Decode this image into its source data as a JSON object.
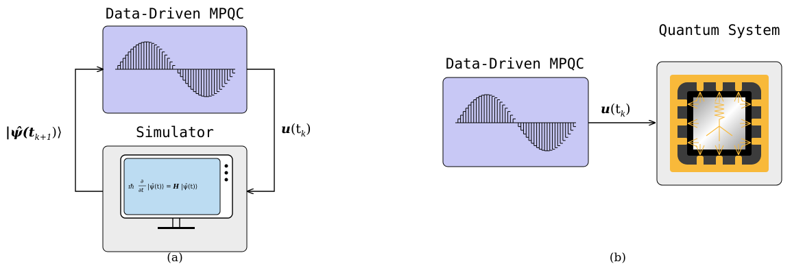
{
  "panel_a": {
    "mpqc_title": "Data-Driven MPQC",
    "simulator_title": "Simulator",
    "feedback_label": "|ψ̂(t",
    "feedback_sub": "k+1",
    "feedback_end": ")⟩",
    "control_label": "u",
    "control_arg": "(t",
    "control_sub": "k",
    "control_end": ")",
    "equation_lhs": "ıℏ",
    "equation_frac_num": "∂",
    "equation_frac_den": "∂t",
    "equation_mid": "|ψ̂(t)⟩ = ",
    "equation_H": "H",
    "equation_rhs": " |ψ̂(t)⟩",
    "caption": "(a)"
  },
  "panel_b": {
    "mpqc_title": "Data-Driven MPQC",
    "system_title": "Quantum System",
    "control_label": "u",
    "control_arg": "(t",
    "control_sub": "k",
    "control_end": ")",
    "caption": "(b)"
  },
  "colors": {
    "mpqc_fill": "#c8c8f5",
    "box_fill": "#ececec",
    "screen_fill": "#bcdcf2",
    "chip_orange": "#f8b93a",
    "chip_dark": "#3c3c3c"
  }
}
